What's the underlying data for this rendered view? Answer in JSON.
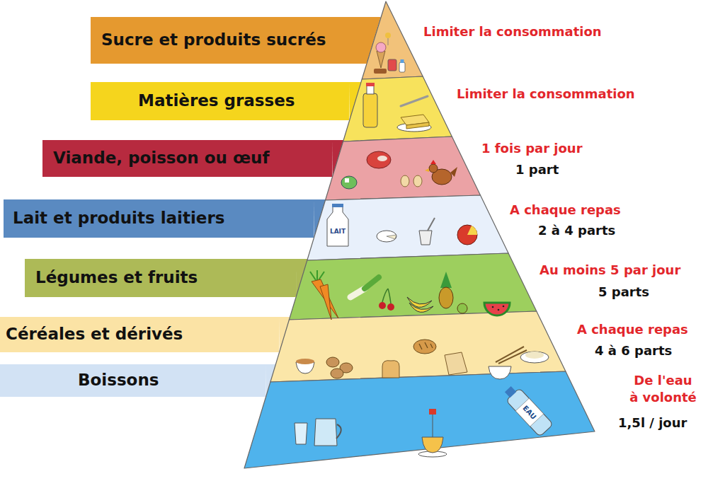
{
  "diagram": {
    "nodes": [
      {
        "text": [
          "Sucre et produits sucrés"
        ]
      },
      {
        "text": [
          "Matières grasses"
        ]
      },
      {
        "text": [
          "Viande, poisson ou œuf"
        ]
      },
      {
        "text": [
          "Lait et produits laitiers"
        ]
      },
      {
        "text": [
          "Légumes et fruits"
        ]
      },
      {
        "text": [
          "Céréales et dérivés"
        ]
      },
      {
        "text": [
          "Boissons"
        ]
      }
    ],
    "labels": [
      "Limiter la consommation",
      "Limiter la consommation",
      "1 fois par jour",
      "1 part",
      "A chaque repas",
      "2 à 4 parts",
      "Au moins 5 par jour",
      "5 parts",
      "A chaque repas",
      "4 à 6 parts",
      "De l'eau à volonté",
      "1,5l / jour",
      "LAIT",
      "EAU"
    ]
  }
}
